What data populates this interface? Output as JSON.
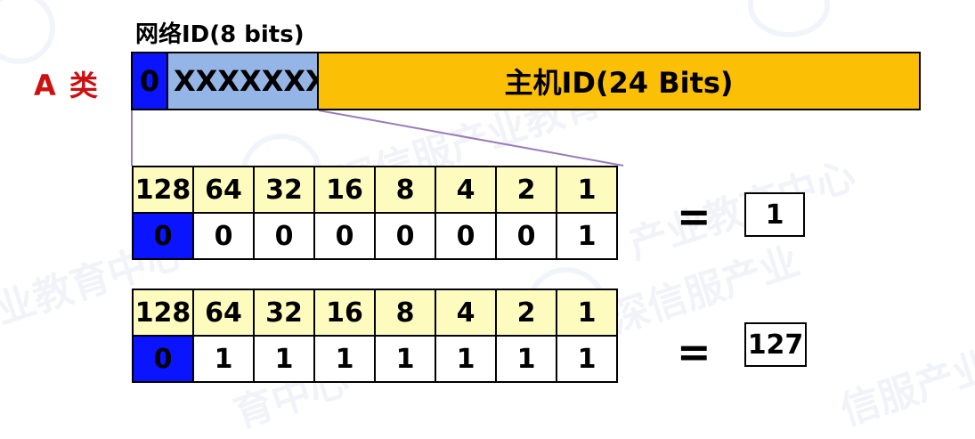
{
  "network_id_label": "网络ID(8 bits)",
  "class_label": "A 类",
  "address_bar": {
    "network_first_bit": "0",
    "network_rest": "XXXXXXX",
    "host_label": "主机ID(24 Bits)"
  },
  "colors": {
    "class_label": "#cc1111",
    "first_bit_blue": "#0a14ff",
    "network_light_blue": "#95b5e6",
    "host_orange": "#fbbf05",
    "weight_yellow": "#fefbbe",
    "connector_line": "#9b7bb8"
  },
  "weights": [
    "128",
    "64",
    "32",
    "16",
    "8",
    "4",
    "2",
    "1"
  ],
  "examples": [
    {
      "bits": [
        "0",
        "0",
        "0",
        "0",
        "0",
        "0",
        "0",
        "1"
      ],
      "equals": "=",
      "result": "1"
    },
    {
      "bits": [
        "0",
        "1",
        "1",
        "1",
        "1",
        "1",
        "1",
        "1"
      ],
      "equals": "=",
      "result": "127"
    }
  ]
}
